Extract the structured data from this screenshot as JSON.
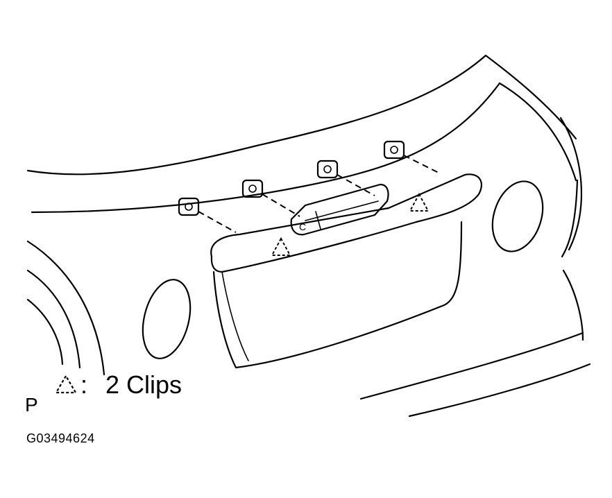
{
  "legend": {
    "symbol": "triangle-dashed-icon",
    "colon": ":",
    "text": "2 Clips"
  },
  "corner_label": "P",
  "figure_id": "G03494624"
}
